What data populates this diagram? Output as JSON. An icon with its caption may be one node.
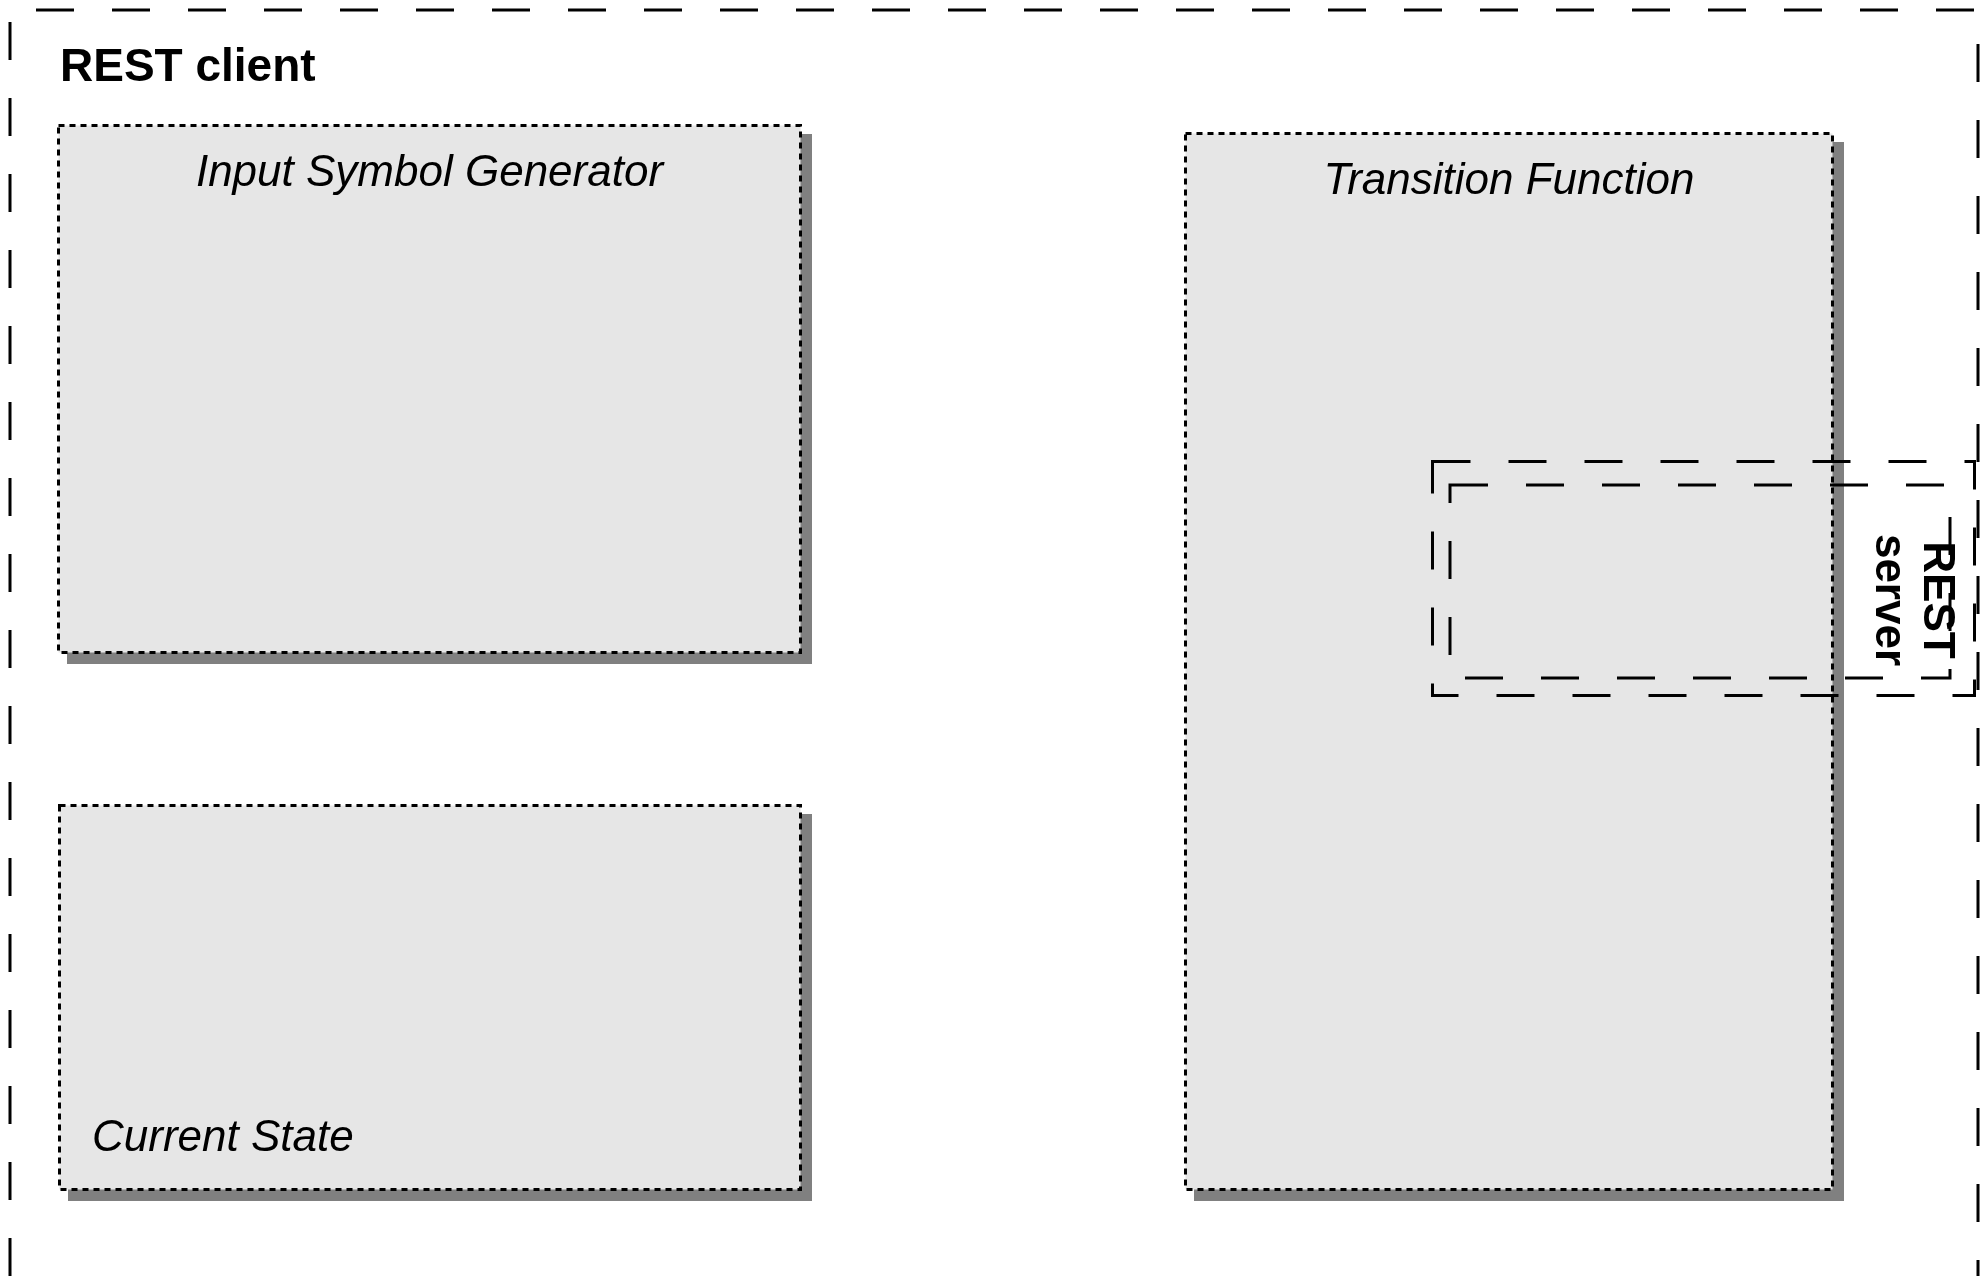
{
  "diagram": {
    "nodes": [
      {
        "text": [
          "REST client"
        ]
      },
      {
        "text": [
          "Input Symbol Generator"
        ],
        "in": 0
      },
      {
        "text": [
          "Current State"
        ],
        "in": 0
      },
      {
        "text": [
          "Transition Function"
        ],
        "in": 0
      },
      {
        "text": [
          "REST server"
        ],
        "in": 0
      }
    ]
  }
}
